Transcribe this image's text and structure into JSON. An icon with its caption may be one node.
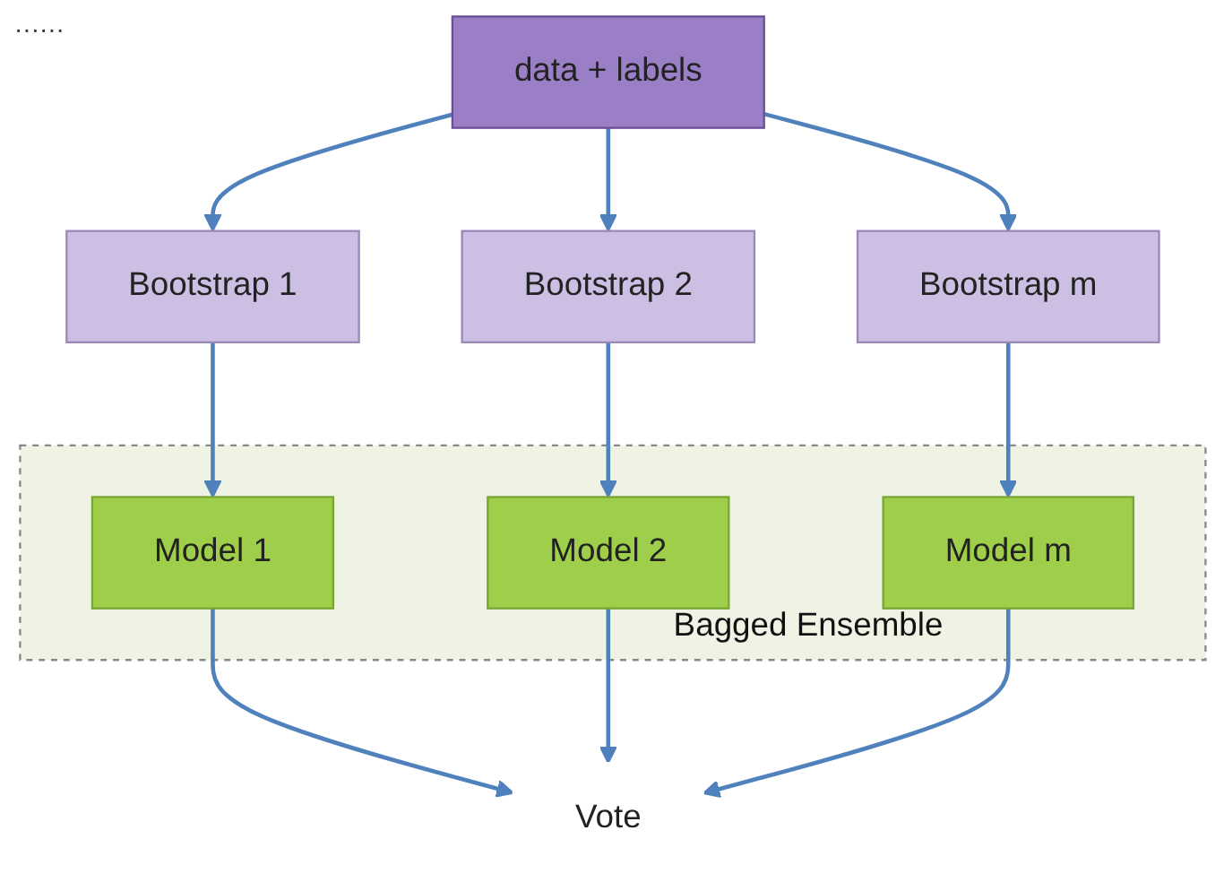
{
  "diagram": {
    "nodes": [
      {
        "text": [
          "data + labels"
        ]
      },
      {
        "text": [
          "Bootstrap 1"
        ]
      },
      {
        "text": [
          "Bootstrap 2"
        ]
      },
      {
        "text": [
          "Bootstrap m"
        ]
      },
      {
        "text": [
          "Bagged Ensemble"
        ]
      },
      {
        "text": [
          "Model 1"
        ],
        "in": 4
      },
      {
        "text": [
          "Model 2"
        ],
        "in": 4
      },
      {
        "text": [
          "Model m"
        ],
        "in": 4
      },
      {
        "text": [
          "Vote"
        ]
      }
    ],
    "edges": [
      {
        "from": 0,
        "to": 1,
        "arrow": "to"
      },
      {
        "from": 0,
        "to": 2,
        "arrow": "to"
      },
      {
        "from": 0,
        "to": 3,
        "arrow": "to"
      },
      {
        "from": 1,
        "to": 5,
        "arrow": "to"
      },
      {
        "from": 2,
        "to": 6,
        "arrow": "to"
      },
      {
        "from": 3,
        "to": 7,
        "arrow": "to"
      },
      {
        "from": 5,
        "to": 8,
        "arrow": "to"
      },
      {
        "from": 6,
        "to": 8,
        "arrow": "to"
      },
      {
        "from": 7,
        "to": 8,
        "arrow": "to"
      }
    ],
    "labels": [
      "······"
    ]
  }
}
